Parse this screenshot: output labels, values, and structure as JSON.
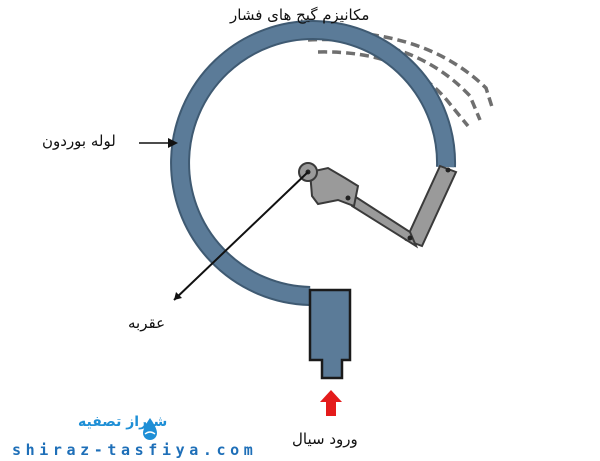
{
  "labels": {
    "mechanism": "مکانیزم گیج های فشار",
    "bourdon_tube": "لوله بوردون",
    "pointer": "عقربه",
    "fluid_inlet": "ورود سیال"
  },
  "watermark": {
    "brand_fa": "شیراز تصفیه",
    "brand_en": "shiraz-tasfiya.com"
  },
  "colors": {
    "tube": "#5b7b98",
    "tube_edge": "#3f5a72",
    "linkage": "#9a9a9a",
    "linkage_edge": "#3a3a3a",
    "dashed_tube": "#6f6f6f",
    "inlet_arrow": "#e41b1b",
    "brand": "#1e8fd6"
  }
}
